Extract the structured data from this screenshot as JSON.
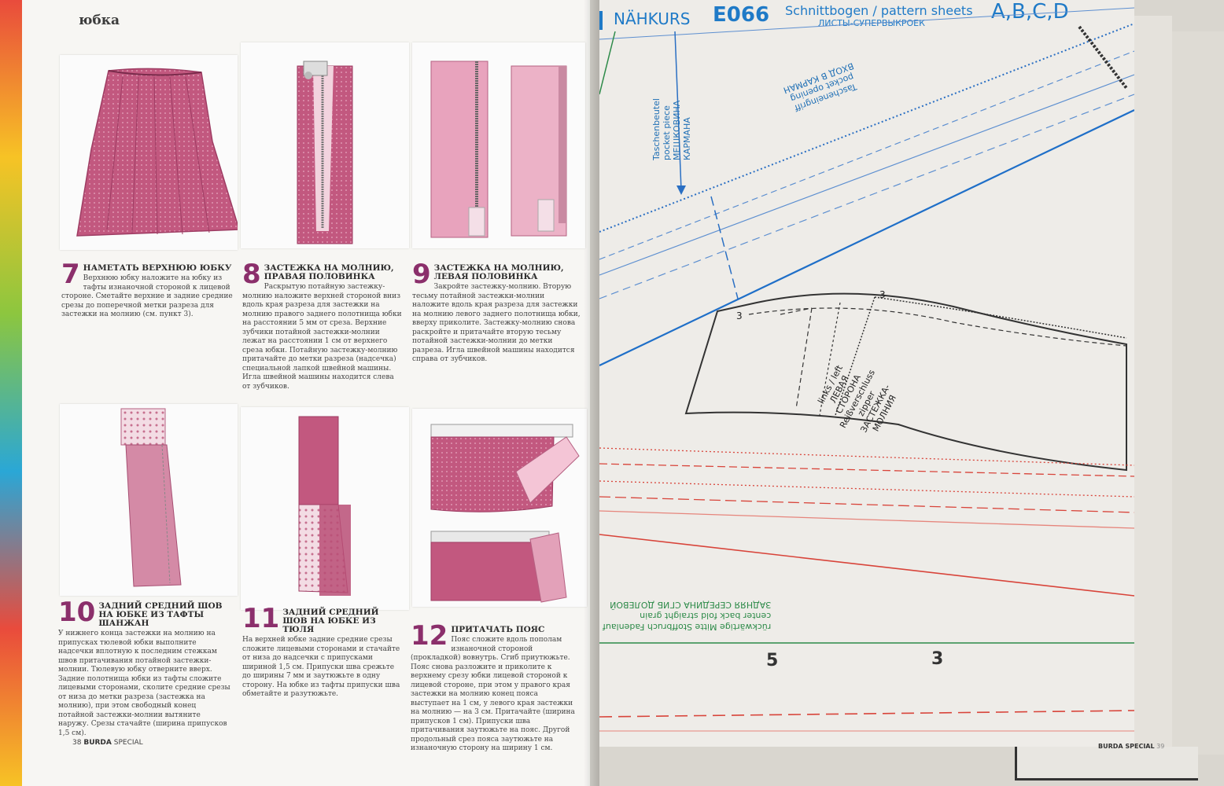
{
  "left_page": {
    "section_title": "юбка",
    "steps": [
      {
        "num": "7",
        "title": "НАМЕТАТЬ ВЕРХНЮЮ ЮБКУ",
        "body": "Верхнюю юбку наложите на юбку из тафты изнаночной стороной к лицевой стороне. Сметайте верхние и задние средние срезы до поперечной метки разреза для застежки на молнию (см. пункт 3)."
      },
      {
        "num": "8",
        "title": "ЗАСТЕЖКА НА МОЛНИЮ, ПРАВАЯ ПОЛОВИНКА",
        "body": "Раскрытую потайную застежку-молнию наложите верхней стороной вниз вдоль края разреза для застежки на молнию правого заднего полотнища юбки на расстоянии 5 мм от среза. Верхние зубчики потайной застежки-молнии лежат на расстоянии 1 см от верхнего среза юбки. Потайную застежку-молнию притачайте до метки разреза (надсечка) специальной лапкой швейной машины. Игла швейной машины находится слева от зубчиков."
      },
      {
        "num": "9",
        "title": "ЗАСТЕЖКА НА МОЛНИЮ, ЛЕВАЯ ПОЛОВИНКА",
        "body": "Закройте застежку-молнию. Вторую тесьму потайной застежки-молнии наложите вдоль края разреза для застежки на молнию левого заднего полотнища юбки, вверху приколите. Застежку-молнию снова раскройте и притачайте вторую тесьму потайной застежки-молнии до метки разреза. Игла швейной машины находится справа от зубчиков."
      },
      {
        "num": "10",
        "title": "ЗАДНИЙ СРЕДНИЙ ШОВ НА ЮБКЕ ИЗ ТАФТЫ ШАНЖАН",
        "body": "У нижнего конца застежки на молнию на припусках тюлевой юбки выполните надсечки вплотную к последним стежкам швов притачивания потайной застежки-молнии. Тюлевую юбку отверните вверх. Задние полотнища юбки из тафты сложите лицевыми сторонами, сколите средние срезы от низа до метки разреза (застежка на молнию), при этом свободный конец потайной застежки-молнии вытяните наружу. Срезы стачайте (ширина припусков 1,5 см)."
      },
      {
        "num": "11",
        "title": "ЗАДНИЙ СРЕДНИЙ ШОВ НА ЮБКЕ ИЗ ТЮЛЯ",
        "body": "На верхней юбке задние средние срезы сложите лицевыми сторонами и стачайте от низа до надсечки с припусками шириной 1,5 см. Припуски шва срежьте до ширины 7 мм и заутюжьте в одну сторону. На юбке из тафты припуски шва обметайте и разутюжьте."
      },
      {
        "num": "12",
        "title": "ПРИТАЧАТЬ ПОЯС",
        "body": "Пояс сложите вдоль пополам изнаночной стороной (прокладкой) вовнутрь. Сгиб приутюжьте. Пояс снова разложите и приколите к верхнему срезу юбки лицевой стороной к лицевой стороне, при этом у правого края застежки на молнию конец пояса выступает на 1 см, у левого края застежки на молнию — на 3 см. Притачайте (ширина припусков 1 см). Припуски шва притачивания заутюжьте на пояс. Другой продольный срез пояса заутюжьте на изнаночную сторону на ширину 1 см."
      }
    ],
    "footer": {
      "page": "38",
      "brand": "BURDA",
      "brand_suffix": "SPECIAL"
    }
  },
  "right_page": {
    "course": "NÄHKURS",
    "code": "E066",
    "sheet_label": "Schnittbogen / pattern sheets",
    "sheet_label_ru": "ЛИСТЫ-СУПЕРВЫКРОЕК",
    "sheets": "A,B,C,D",
    "pocket_labels": [
      "Taschenbeutel",
      "pocket piece",
      "МЕШКОВИНА КАРМАНА"
    ],
    "pocket_opening_labels": [
      "Tascheneingriff",
      "pocket opening",
      "ВХОД В КАРМАН"
    ],
    "zipper_labels": [
      "links / left",
      "ЛЕВАЯ",
      "СТОРОНА",
      "Reißverschluss",
      "zipper",
      "ЗАСТЕЖКА-",
      "МОЛНИЯ"
    ],
    "marker_3a": "3",
    "marker_3b": "3",
    "fold_labels": [
      "ЗАДНЯЯ СЕРЕДИНА СГИБ ДОЛЕВОЙ",
      "center back fold straight grain",
      "rückwärtige Mitte Stoffbruch Fadenlauf"
    ],
    "piece_numbers": [
      "5",
      "3"
    ],
    "footer_brand": "BURDA SPECIAL",
    "footer_page": "39",
    "colors": {
      "blue": "#1f7ac7",
      "pink_fabric": "#c2587f",
      "red_line": "#d8443a",
      "green_line": "#2c8a48"
    }
  }
}
